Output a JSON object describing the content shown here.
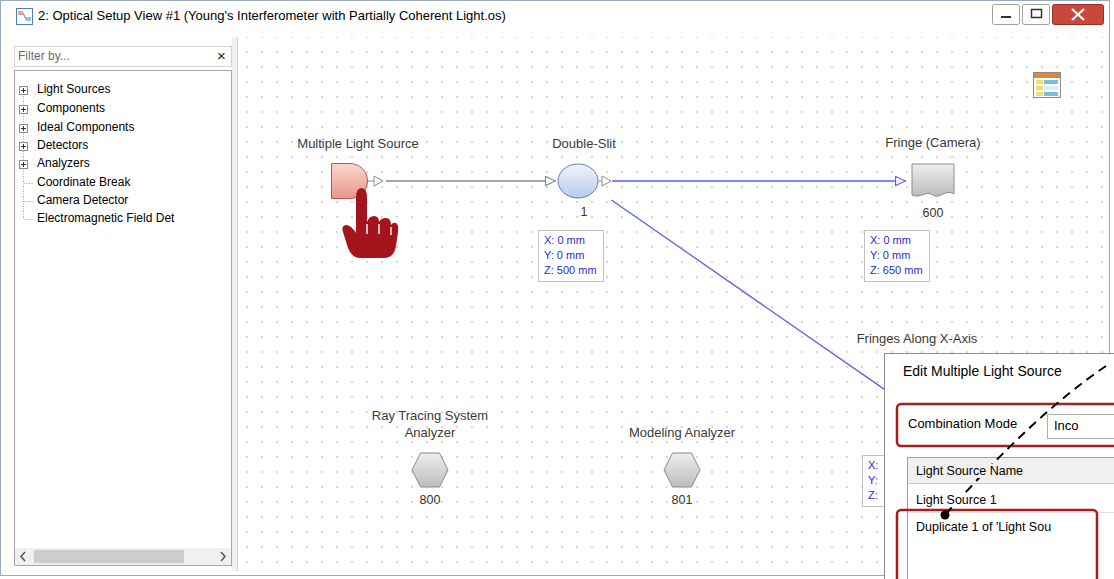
{
  "diagram": {
    "title": "2: Optical Setup View #1 (Young's Interferometer with Partially Coherent Light.os)",
    "nodes": [
      {
        "text": [
          "Multiple Light Source"
        ]
      },
      {
        "text": [
          "Double-Slit",
          "1"
        ]
      },
      {
        "text": [
          "X: 0 mm",
          "Y: 0 mm",
          "Z: 500 mm"
        ]
      },
      {
        "text": [
          "Fringe (Camera)",
          "600"
        ]
      },
      {
        "text": [
          "X: 0 mm",
          "Y: 0 mm",
          "Z: 650 mm"
        ]
      },
      {
        "text": [
          "Fringes Along X-Axis"
        ]
      },
      {
        "text": [
          "X:",
          "Y:",
          "Z:"
        ]
      },
      {
        "text": [
          "Ray Tracing System Analyzer",
          "800"
        ]
      },
      {
        "text": [
          "Modeling Analyzer",
          "801"
        ]
      }
    ],
    "edges": [
      {
        "from": 0,
        "to": 1,
        "arrow": "to"
      },
      {
        "from": 1,
        "to": 3,
        "arrow": "to"
      },
      {
        "from": 1,
        "to": 5,
        "arrow": "none"
      }
    ],
    "labels": [
      "Filter by...",
      "×",
      "Light Sources",
      "Components",
      "Ideal Components",
      "Detectors",
      "Analyzers",
      "Coordinate Break",
      "Camera Detector",
      "Electromagnetic Field Det",
      "Edit Multiple Light Source",
      "Combination Mode",
      "Inco",
      "Light Source Name",
      "Light Source 1",
      "Duplicate 1 of 'Light Sou"
    ]
  }
}
